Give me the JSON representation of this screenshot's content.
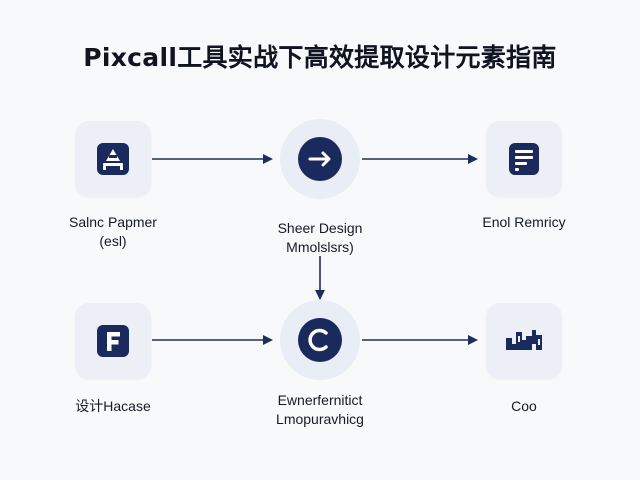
{
  "title": "Pixcall工具实战下高效提取设计元素指南",
  "colors": {
    "navy": "#1a2a5c",
    "tile_bg": "#eceff6",
    "arrow": "#1f2d5a"
  },
  "nodes": [
    {
      "id": "n1",
      "icon": "layers-tray-icon",
      "label_line1": "Salnc Papmer",
      "label_line2": "(esl)"
    },
    {
      "id": "n2",
      "icon": "arrow-right-circle-icon",
      "label_line1": "Sheer Design",
      "label_line2": "Mmolslsrs)"
    },
    {
      "id": "n3",
      "icon": "document-list-icon",
      "label_line1": "Enol Remricy",
      "label_line2": ""
    },
    {
      "id": "n4",
      "icon": "letter-f-icon",
      "label_line1": "设计Hacase",
      "label_line2": ""
    },
    {
      "id": "n5",
      "icon": "letter-c-circle-icon",
      "label_line1": "Ewnerfernitict",
      "label_line2": "Lmopuravhicg"
    },
    {
      "id": "n6",
      "icon": "bar-blocks-icon",
      "label_line1": "Coo",
      "label_line2": ""
    }
  ]
}
